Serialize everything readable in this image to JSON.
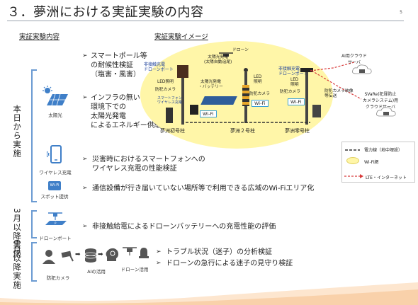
{
  "title": "３．夢洲における実証実験の内容",
  "page_number": "5",
  "headers": {
    "content": "実証実験内容",
    "image": "実証実験イメージ"
  },
  "periods": {
    "today": "本日から実施",
    "march": "3月以降実施",
    "june": "6月以降実施"
  },
  "icons": {
    "solar": "太陽光",
    "wireless": "ワイヤレス充電",
    "spot": "スポット提供",
    "wifi_badge": "Wi-Fi",
    "drone_port": "ドローンポート",
    "camera": "防犯カメラ",
    "ai": "AIの活用",
    "drone_use": "ドローン活用"
  },
  "bullets": {
    "smartpole": [
      "スマートポール等",
      "の耐候性検証",
      "（塩害・風害）"
    ],
    "energy": [
      "インフラの無い",
      "環境下での",
      "太陽光発電",
      "によるエネルギー供給"
    ],
    "disaster": [
      "災害時におけるスマートフォンへの",
      "ワイヤレス充電の性能検証"
    ],
    "wifi": "通信設備が行き届いていない場所等で利用できる広域のWi-Fiエリア化",
    "drone": "非接触給電によるドローンバッテリーへの充電性能の評価",
    "trouble": "トラブル状況（迷子）の分析検証",
    "lost": "ドローンの急行による迷子の見守り検証"
  },
  "diagram": {
    "drone": "ドローン",
    "solar_top": [
      "太陽光発電",
      "(太陽自動追尾)"
    ],
    "port_left": [
      "非接触充電",
      "ドローンポート"
    ],
    "led_left": "LED照明",
    "cam_left": "防犯カメラ",
    "phone_stand": [
      "スマートフォン",
      "ワイヤレス充電"
    ],
    "solar_battery": [
      "太陽光発電",
      "・バッテリー"
    ],
    "led_mid": [
      "LED",
      "照明"
    ],
    "cam_mid": "防犯カメラ",
    "port_right": [
      "非接触充電",
      "ドローンポート"
    ],
    "led_right": [
      "LED",
      "照明"
    ],
    "cam_right": "防犯カメラ",
    "wifi": "Wi-Fi",
    "pole1": "夢洲初号柱",
    "pole2": "夢洲２号柱",
    "pole0": "夢洲零号柱",
    "transmission": [
      "防犯カメラ映像",
      "等伝送"
    ],
    "ai_cloud": [
      "AI用クラウド",
      "サーバ"
    ],
    "svare": [
      "SVaRe(犯罪防止",
      "カメラシステム)用",
      "クラウドサーバ"
    ]
  },
  "legend": {
    "power": "電力線（地中埋設）",
    "wifi_net": "Wi-Fi網",
    "lte": "LTE・インターネット"
  },
  "colors": {
    "accent": "#6b9bd2",
    "ellipse": "#fff6a8",
    "lte": "#d83a3a",
    "wave": "#f7c79a"
  }
}
